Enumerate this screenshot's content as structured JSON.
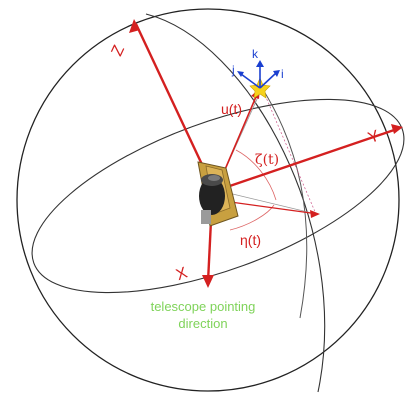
{
  "axes": {
    "x_label": "X",
    "y_label": "Y",
    "z_label": "Z"
  },
  "local_frame": {
    "i_label": "i",
    "j_label": "j",
    "k_label": "k"
  },
  "angles": {
    "u_label": "u(t)",
    "zeta_label": "ζ(t)",
    "eta_label": "η(t)"
  },
  "caption": {
    "line1": "telescope pointing",
    "line2": "direction"
  },
  "colors": {
    "axis_red": "#d42020",
    "frame_blue": "#1a3fd0",
    "star_yellow": "#f6d21c",
    "caption_green": "#7fd35a",
    "sphere_line": "#222222",
    "guide_line": "#777777"
  }
}
